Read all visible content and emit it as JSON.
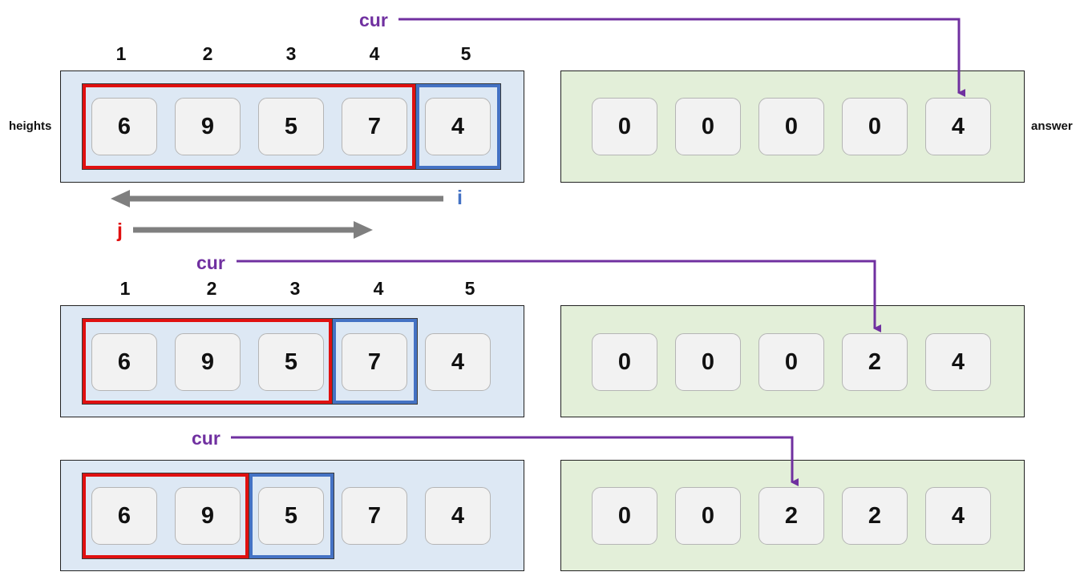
{
  "labels": {
    "heights": "heights",
    "answer": "answer",
    "cur": "cur",
    "i": "i",
    "j": "j"
  },
  "indices": [
    "1",
    "2",
    "3",
    "4",
    "5"
  ],
  "colors": {
    "cur": "#7030a0",
    "red": "#e01010",
    "blue": "#4472c4",
    "gray_arrow": "#7f7f7f",
    "heights_bg": "#dde8f4",
    "answer_bg": "#e3efd9"
  },
  "rows": [
    {
      "heights": [
        "6",
        "9",
        "5",
        "7",
        "4"
      ],
      "answer": [
        "0",
        "0",
        "0",
        "0",
        "4"
      ],
      "j_range": [
        1,
        4
      ],
      "i_index": 5,
      "cur_index": 5
    },
    {
      "heights": [
        "6",
        "9",
        "5",
        "7",
        "4"
      ],
      "answer": [
        "0",
        "0",
        "0",
        "2",
        "4"
      ],
      "j_range": [
        1,
        3
      ],
      "i_index": 4,
      "cur_index": 4
    },
    {
      "heights": [
        "6",
        "9",
        "5",
        "7",
        "4"
      ],
      "answer": [
        "0",
        "0",
        "2",
        "2",
        "4"
      ],
      "j_range": [
        1,
        2
      ],
      "i_index": 3,
      "cur_index": 3
    }
  ]
}
